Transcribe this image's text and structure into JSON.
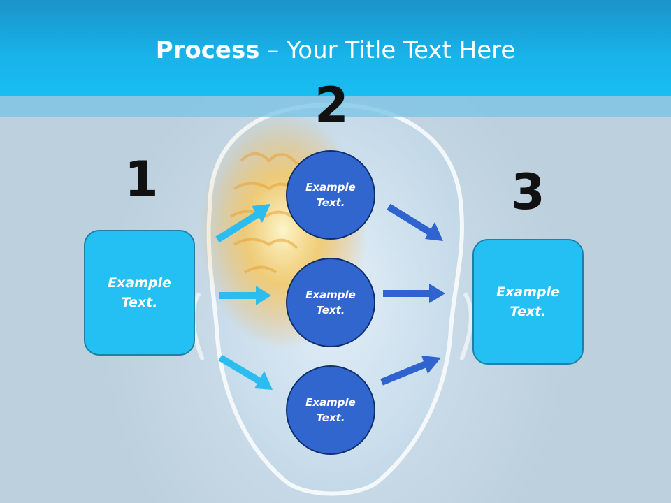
{
  "header": {
    "title_bold": "Process",
    "title_rest": " – Your Title Text Here"
  },
  "steps": [
    {
      "number": "1",
      "text_line1": "Example",
      "text_line2": "Text."
    },
    {
      "number": "2"
    },
    {
      "number": "3",
      "text_line1": "Example",
      "text_line2": "Text."
    }
  ],
  "circles": [
    {
      "text_line1": "Example",
      "text_line2": "Text."
    },
    {
      "text_line1": "Example",
      "text_line2": "Text."
    },
    {
      "text_line1": "Example",
      "text_line2": "Text."
    }
  ],
  "colors": {
    "header": "#18b4ea",
    "box": "#25c0f3",
    "circle": "#3266cf",
    "arrow_light": "#2bbcf0",
    "arrow_dark": "#2f63cf"
  }
}
